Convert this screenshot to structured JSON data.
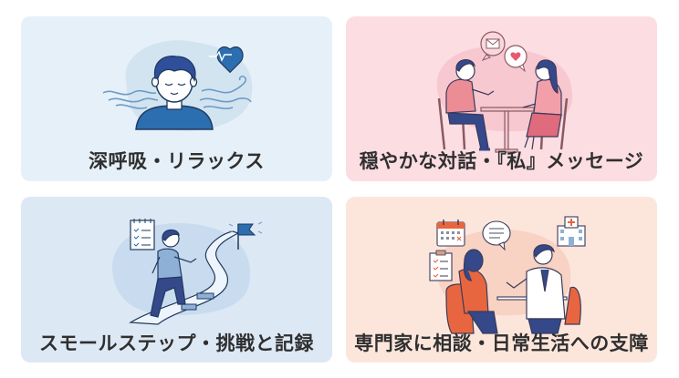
{
  "colors": {
    "page_background": "#ffffff",
    "caption_text": "#2f2f2f"
  },
  "cards": [
    {
      "id": "relaxation",
      "caption": "深呼吸・リラックス",
      "background": "#e6f0f8",
      "blob": "#d3e4f1",
      "illustration": "calm-person-breathing-with-heartbeat",
      "icons": [
        "heart-pulse-icon",
        "breath-wave-icon"
      ]
    },
    {
      "id": "dialogue",
      "caption": "穏やかな対話・『私』メッセージ",
      "background": "#fbdde2",
      "blob": "#f7c8d0",
      "illustration": "two-people-talking-at-table",
      "icons": [
        "mail-speech-bubble-icon",
        "heart-speech-bubble-icon"
      ]
    },
    {
      "id": "small-steps",
      "caption": "スモールステップ・挑戦と記録",
      "background": "#dde8f5",
      "blob": "#c9dbef",
      "illustration": "person-climbing-steps-toward-flag",
      "icons": [
        "checklist-notepad-icon",
        "goal-flag-icon"
      ]
    },
    {
      "id": "professional",
      "caption": "専門家に相談・日常生活への支障",
      "background": "#fce6dc",
      "blob": "#f8d2c2",
      "illustration": "patient-consulting-doctor",
      "icons": [
        "calendar-icon",
        "clipboard-checklist-icon",
        "speech-bubble-icon",
        "hospital-icon"
      ]
    }
  ]
}
